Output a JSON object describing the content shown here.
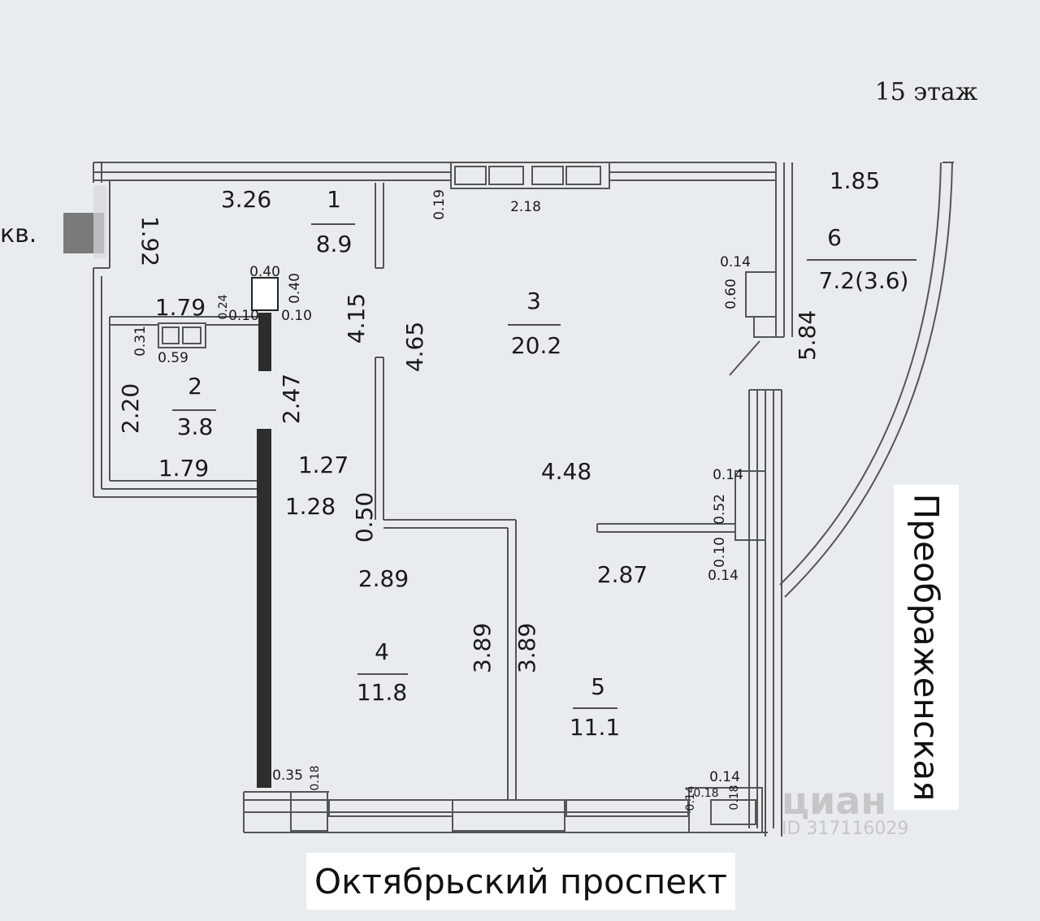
{
  "floor_label": "15 этаж",
  "apartment_label": "кв.",
  "rooms": [
    {
      "number": "1",
      "area": "8.9"
    },
    {
      "number": "2",
      "area": "3.8"
    },
    {
      "number": "3",
      "area": "20.2"
    },
    {
      "number": "4",
      "area": "11.8"
    },
    {
      "number": "5",
      "area": "11.1"
    },
    {
      "number": "6",
      "area": "7.2(3.6)"
    }
  ],
  "dimensions": {
    "d326": "3.26",
    "d192": "1.92",
    "d019": "0.19",
    "d218": "2.18",
    "d185": "1.85",
    "d014a": "0.14",
    "d060": "0.60",
    "d584": "5.84",
    "d040a": "0.40",
    "d040b": "0.40",
    "d024": "0.24",
    "d010a": "0.10",
    "d010b": "0.10",
    "d179a": "1.79",
    "d031": "0.31",
    "d059": "0.59",
    "d415": "4.15",
    "d465": "4.65",
    "d220": "2.20",
    "d247": "2.47",
    "d179b": "1.79",
    "d127": "1.27",
    "d128": "1.28",
    "d050": "0.50",
    "d448": "4.48",
    "d014b": "0.14",
    "d052": "0.52",
    "d010c": "0.10",
    "d014c": "0.14",
    "d289": "2.89",
    "d287": "2.87",
    "d389a": "3.89",
    "d389b": "3.89",
    "d035": "0.35",
    "d018a": "0.18",
    "d014d": "0.14",
    "d014e": "0.14",
    "d018b": "0.18",
    "d018c": "0.18"
  },
  "streets": {
    "bottom": "Октябрьский проспект",
    "right": "Преображенская"
  },
  "watermark": {
    "brand": "циан",
    "id": "ID 317116029"
  }
}
